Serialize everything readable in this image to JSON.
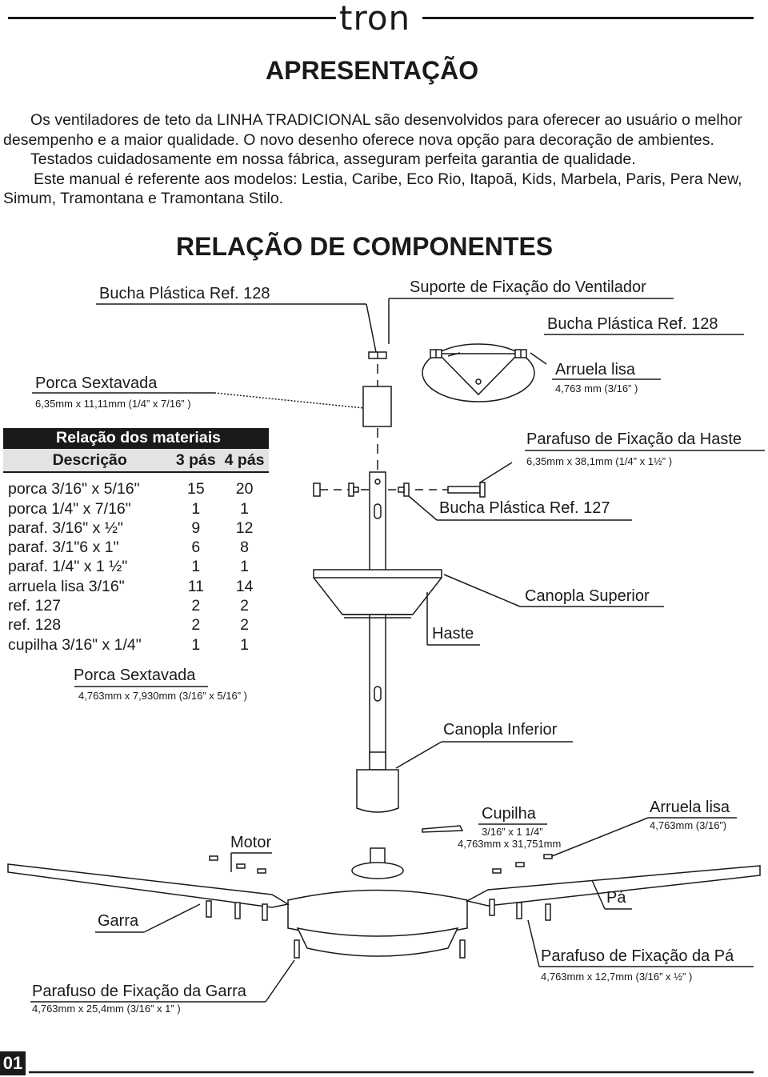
{
  "header": {
    "brand": "tron",
    "title": "APRESENTAÇÃO"
  },
  "intro": {
    "p1": "Os ventiladores de teto da LINHA TRADICIONAL são desenvolvidos  para oferecer ao usuário o melhor desempenho e a maior qualidade. O novo desenho oferece nova opção para decoração de ambientes.",
    "p2": "Testados cuidadosamente em nossa fábrica, asseguram perfeita garantia de qualidade.",
    "p3": "Este manual é referente aos modelos: Lestia, Caribe, Eco Rio, Itapoã, Kids, Marbela, Paris, Pera New, Simum, Tramontana e Tramontana Stilo."
  },
  "section_title": "RELAÇÃO DE COMPONENTES",
  "labels": {
    "bucha_128_a": "Bucha Plástica Ref. 128",
    "suporte": "Suporte de Fixação do Ventilador",
    "bucha_128_b": "Bucha Plástica Ref. 128",
    "porca_sext_1": "Porca Sextavada",
    "porca_sext_1_dim": "6,35mm x 11,11mm (1/4” x 7/16” )",
    "arruela_lisa_1": "Arruela lisa",
    "arruela_lisa_1_dim": "4,763 mm (3/16” )",
    "parafuso_haste": "Parafuso de Fixação da Haste",
    "parafuso_haste_dim": "6,35mm x 38,1mm (1/4” x 1½” )",
    "bucha_127": "Bucha Plástica Ref. 127",
    "canopla_superior": "Canopla Superior",
    "haste": "Haste",
    "porca_sext_2": "Porca Sextavada",
    "porca_sext_2_dim": "4,763mm x 7,930mm (3/16” x 5/16” )",
    "canopla_inferior": "Canopla Inferior",
    "cupilha": "Cupilha",
    "cupilha_dim1": "3/16” x 1 1/4”",
    "cupilha_dim2": "4,763mm x 31,751mm",
    "arruela_lisa_2": "Arruela lisa",
    "arruela_lisa_2_dim": "4,763mm (3/16”)",
    "motor": "Motor",
    "pa": "Pá",
    "garra": "Garra",
    "parafuso_pa": "Parafuso de Fixação da Pá",
    "parafuso_pa_dim": "4,763mm x 12,7mm (3/16” x ½” )",
    "parafuso_garra": "Parafuso de Fixação da Garra",
    "parafuso_garra_dim": "4,763mm x 25,4mm (3/16” x 1” )"
  },
  "materials": {
    "title": "Relação dos materiais",
    "columns": [
      "Descrição",
      "3 pás",
      "4 pás"
    ],
    "rows": [
      {
        "desc": "porca 3/16\" x 5/16\"",
        "p3": "15",
        "p4": "20"
      },
      {
        "desc": "porca 1/4\" x 7/16\"",
        "p3": "1",
        "p4": "1"
      },
      {
        "desc": "paraf. 3/16\" x ½\"",
        "p3": "9",
        "p4": "12"
      },
      {
        "desc": "paraf. 3/1\"6 x 1\"",
        "p3": "6",
        "p4": "8"
      },
      {
        "desc": "paraf. 1/4\" x 1 ½\"",
        "p3": "1",
        "p4": "1"
      },
      {
        "desc": "arruela lisa 3/16\"",
        "p3": "11",
        "p4": "14"
      },
      {
        "desc": "ref. 127",
        "p3": "2",
        "p4": "2"
      },
      {
        "desc": "ref. 128",
        "p3": "2",
        "p4": "2"
      },
      {
        "desc": "cupilha 3/16\" x 1/4\"",
        "p3": "1",
        "p4": "1"
      }
    ]
  },
  "footer": {
    "page_number": "01"
  }
}
